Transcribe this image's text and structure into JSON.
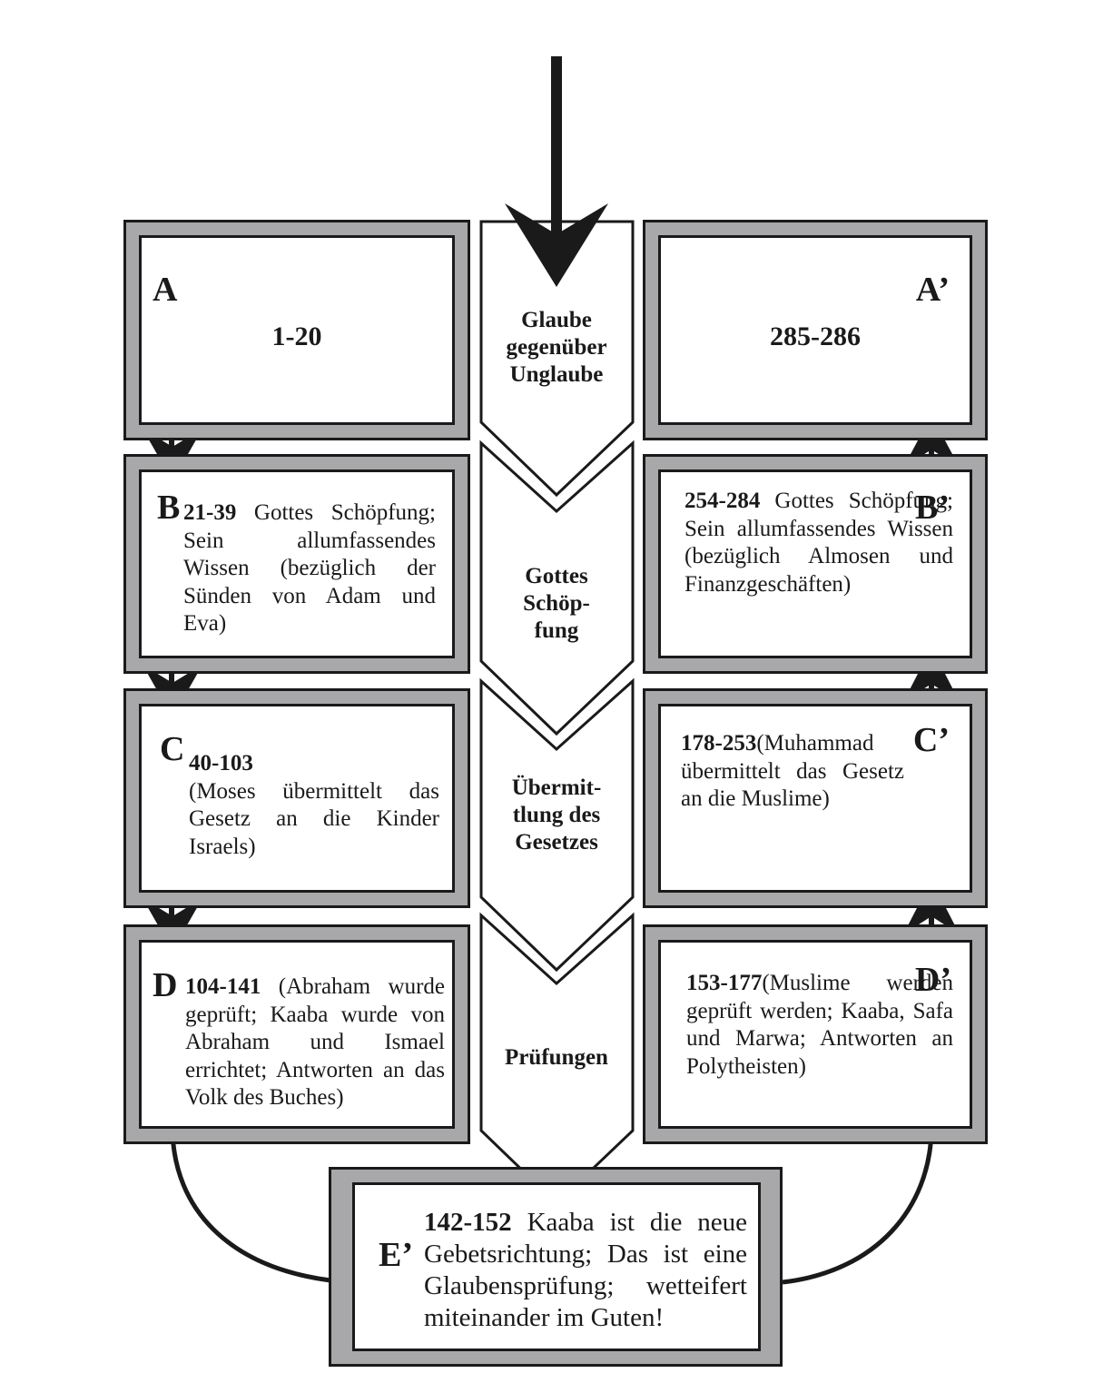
{
  "center": {
    "glaube": "Glaube gegenüber Unglaube",
    "schoepfung": "Gottes Schöp-fung",
    "gesetz": "Übermit-tlung des Gesetzes",
    "pruefungen": "Prüfungen"
  },
  "left": {
    "A": {
      "letter": "A",
      "range": "1-20"
    },
    "B": {
      "letter": "B",
      "range": "21-39",
      "text": " Gottes Schöpfung; Sein allumfassendes Wissen (bezüglich der Sünden von Adam und Eva)"
    },
    "C": {
      "letter": "C",
      "range": "40-103",
      "text": "(Moses übermittelt das Gesetz an die Kinder Israels)"
    },
    "D": {
      "letter": "D",
      "range": "104-141",
      "text": " (Abraham wurde geprüft; Kaaba wurde von Abraham und Ismael errichtet; Antworten an das Volk des Buches)"
    }
  },
  "right": {
    "A": {
      "letter": "A’",
      "range": "285-286"
    },
    "B": {
      "letter": "B’",
      "range": "254-284",
      "text": " Gottes Schöpfung; Sein allumfassendes Wissen (bezüglich Almosen und Finanzgeschäften)"
    },
    "C": {
      "letter": "C’",
      "range": "178-253",
      "text": "(Muhammad übermittelt das Gesetz an die Muslime)"
    },
    "D": {
      "letter": "D’",
      "range": "153-177",
      "text": "(Muslime werden geprüft werden; Kaaba, Safa und Marwa; Antworten an Polytheisten)"
    }
  },
  "bottom": {
    "E": {
      "letter": "E’",
      "range": "142-152",
      "text": " Kaaba ist die neue Gebetsrichtung; Das ist eine Glaubensprüfung; wetteifert miteinander im Guten!"
    }
  },
  "colors": {
    "frame": "#a8a8ab",
    "line": "#1a1a1a",
    "fill": "#ffffff"
  }
}
